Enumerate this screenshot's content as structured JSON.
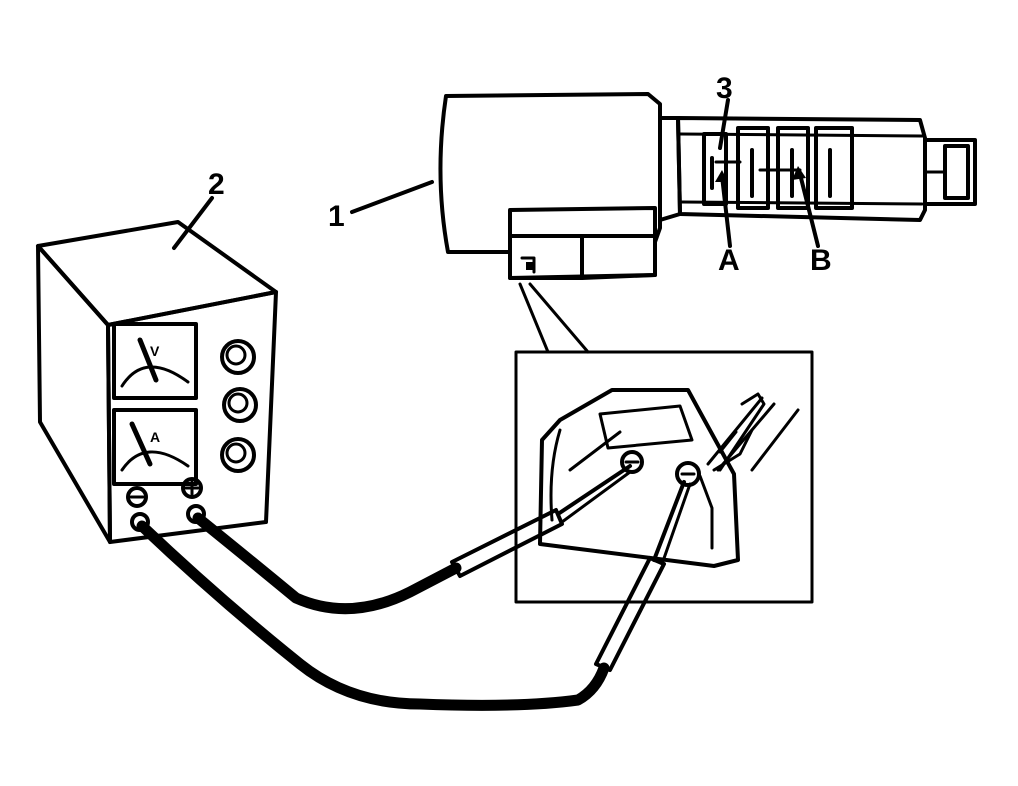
{
  "callouts": {
    "solenoid": "1",
    "power_supply": "2",
    "spool_valve": "3",
    "port_a": "A",
    "port_b": "B"
  },
  "meters": {
    "voltmeter_symbol": "V",
    "ammeter_symbol": "A"
  },
  "terminals": {
    "negative": "⊖",
    "positive": "⊕"
  }
}
